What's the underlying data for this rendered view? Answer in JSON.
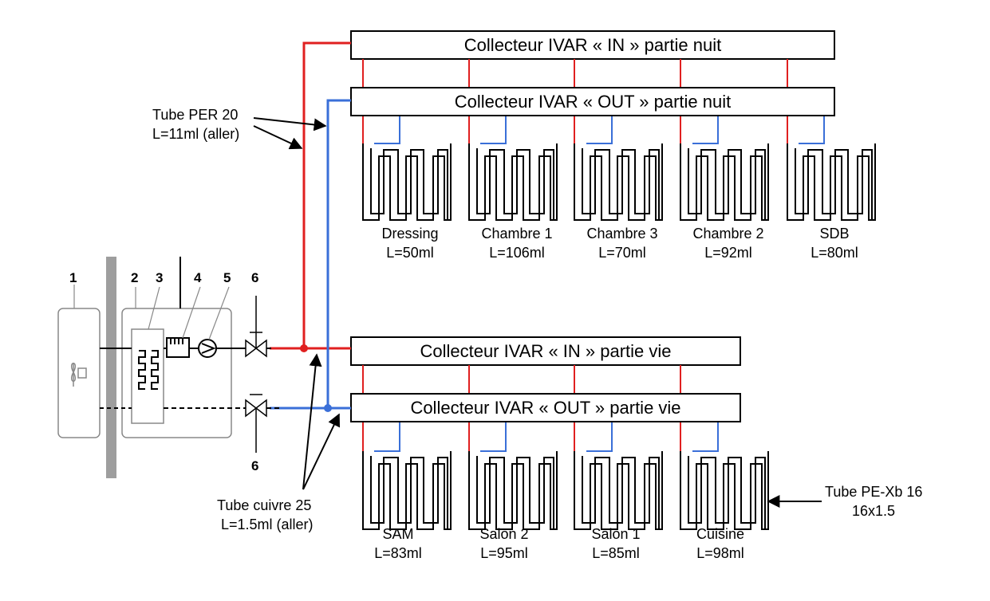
{
  "collectors": {
    "night_in": "Collecteur IVAR « IN » partie nuit",
    "night_out": "Collecteur IVAR « OUT » partie nuit",
    "day_in": "Collecteur IVAR « IN » partie vie",
    "day_out": "Collecteur IVAR « OUT » partie vie"
  },
  "night_loops": [
    {
      "name": "Dressing",
      "length": "L=50ml"
    },
    {
      "name": "Chambre 1",
      "length": "L=106ml"
    },
    {
      "name": "Chambre 3",
      "length": "L=70ml"
    },
    {
      "name": "Chambre 2",
      "length": "L=92ml"
    },
    {
      "name": "SDB",
      "length": "L=80ml"
    }
  ],
  "day_loops": [
    {
      "name": "SAM",
      "length": "L=83ml"
    },
    {
      "name": "Salon 2",
      "length": "L=95ml"
    },
    {
      "name": "Salon 1",
      "length": "L=85ml"
    },
    {
      "name": "Cuisine",
      "length": "L=98ml"
    }
  ],
  "annotations": {
    "per_line1": "Tube PER 20",
    "per_line2": "L=11ml (aller)",
    "copper_line1": "Tube cuivre 25",
    "copper_line2": "L=1.5ml (aller)",
    "pex_line1": "Tube PE-Xb 16",
    "pex_line2": "16x1.5"
  },
  "components": {
    "n1": "1",
    "n2": "2",
    "n3": "3",
    "n4": "4",
    "n5": "5",
    "n6_top": "6",
    "n6_bottom": "6"
  },
  "colors": {
    "supply": "#e02020",
    "return": "#3a6fd8"
  }
}
